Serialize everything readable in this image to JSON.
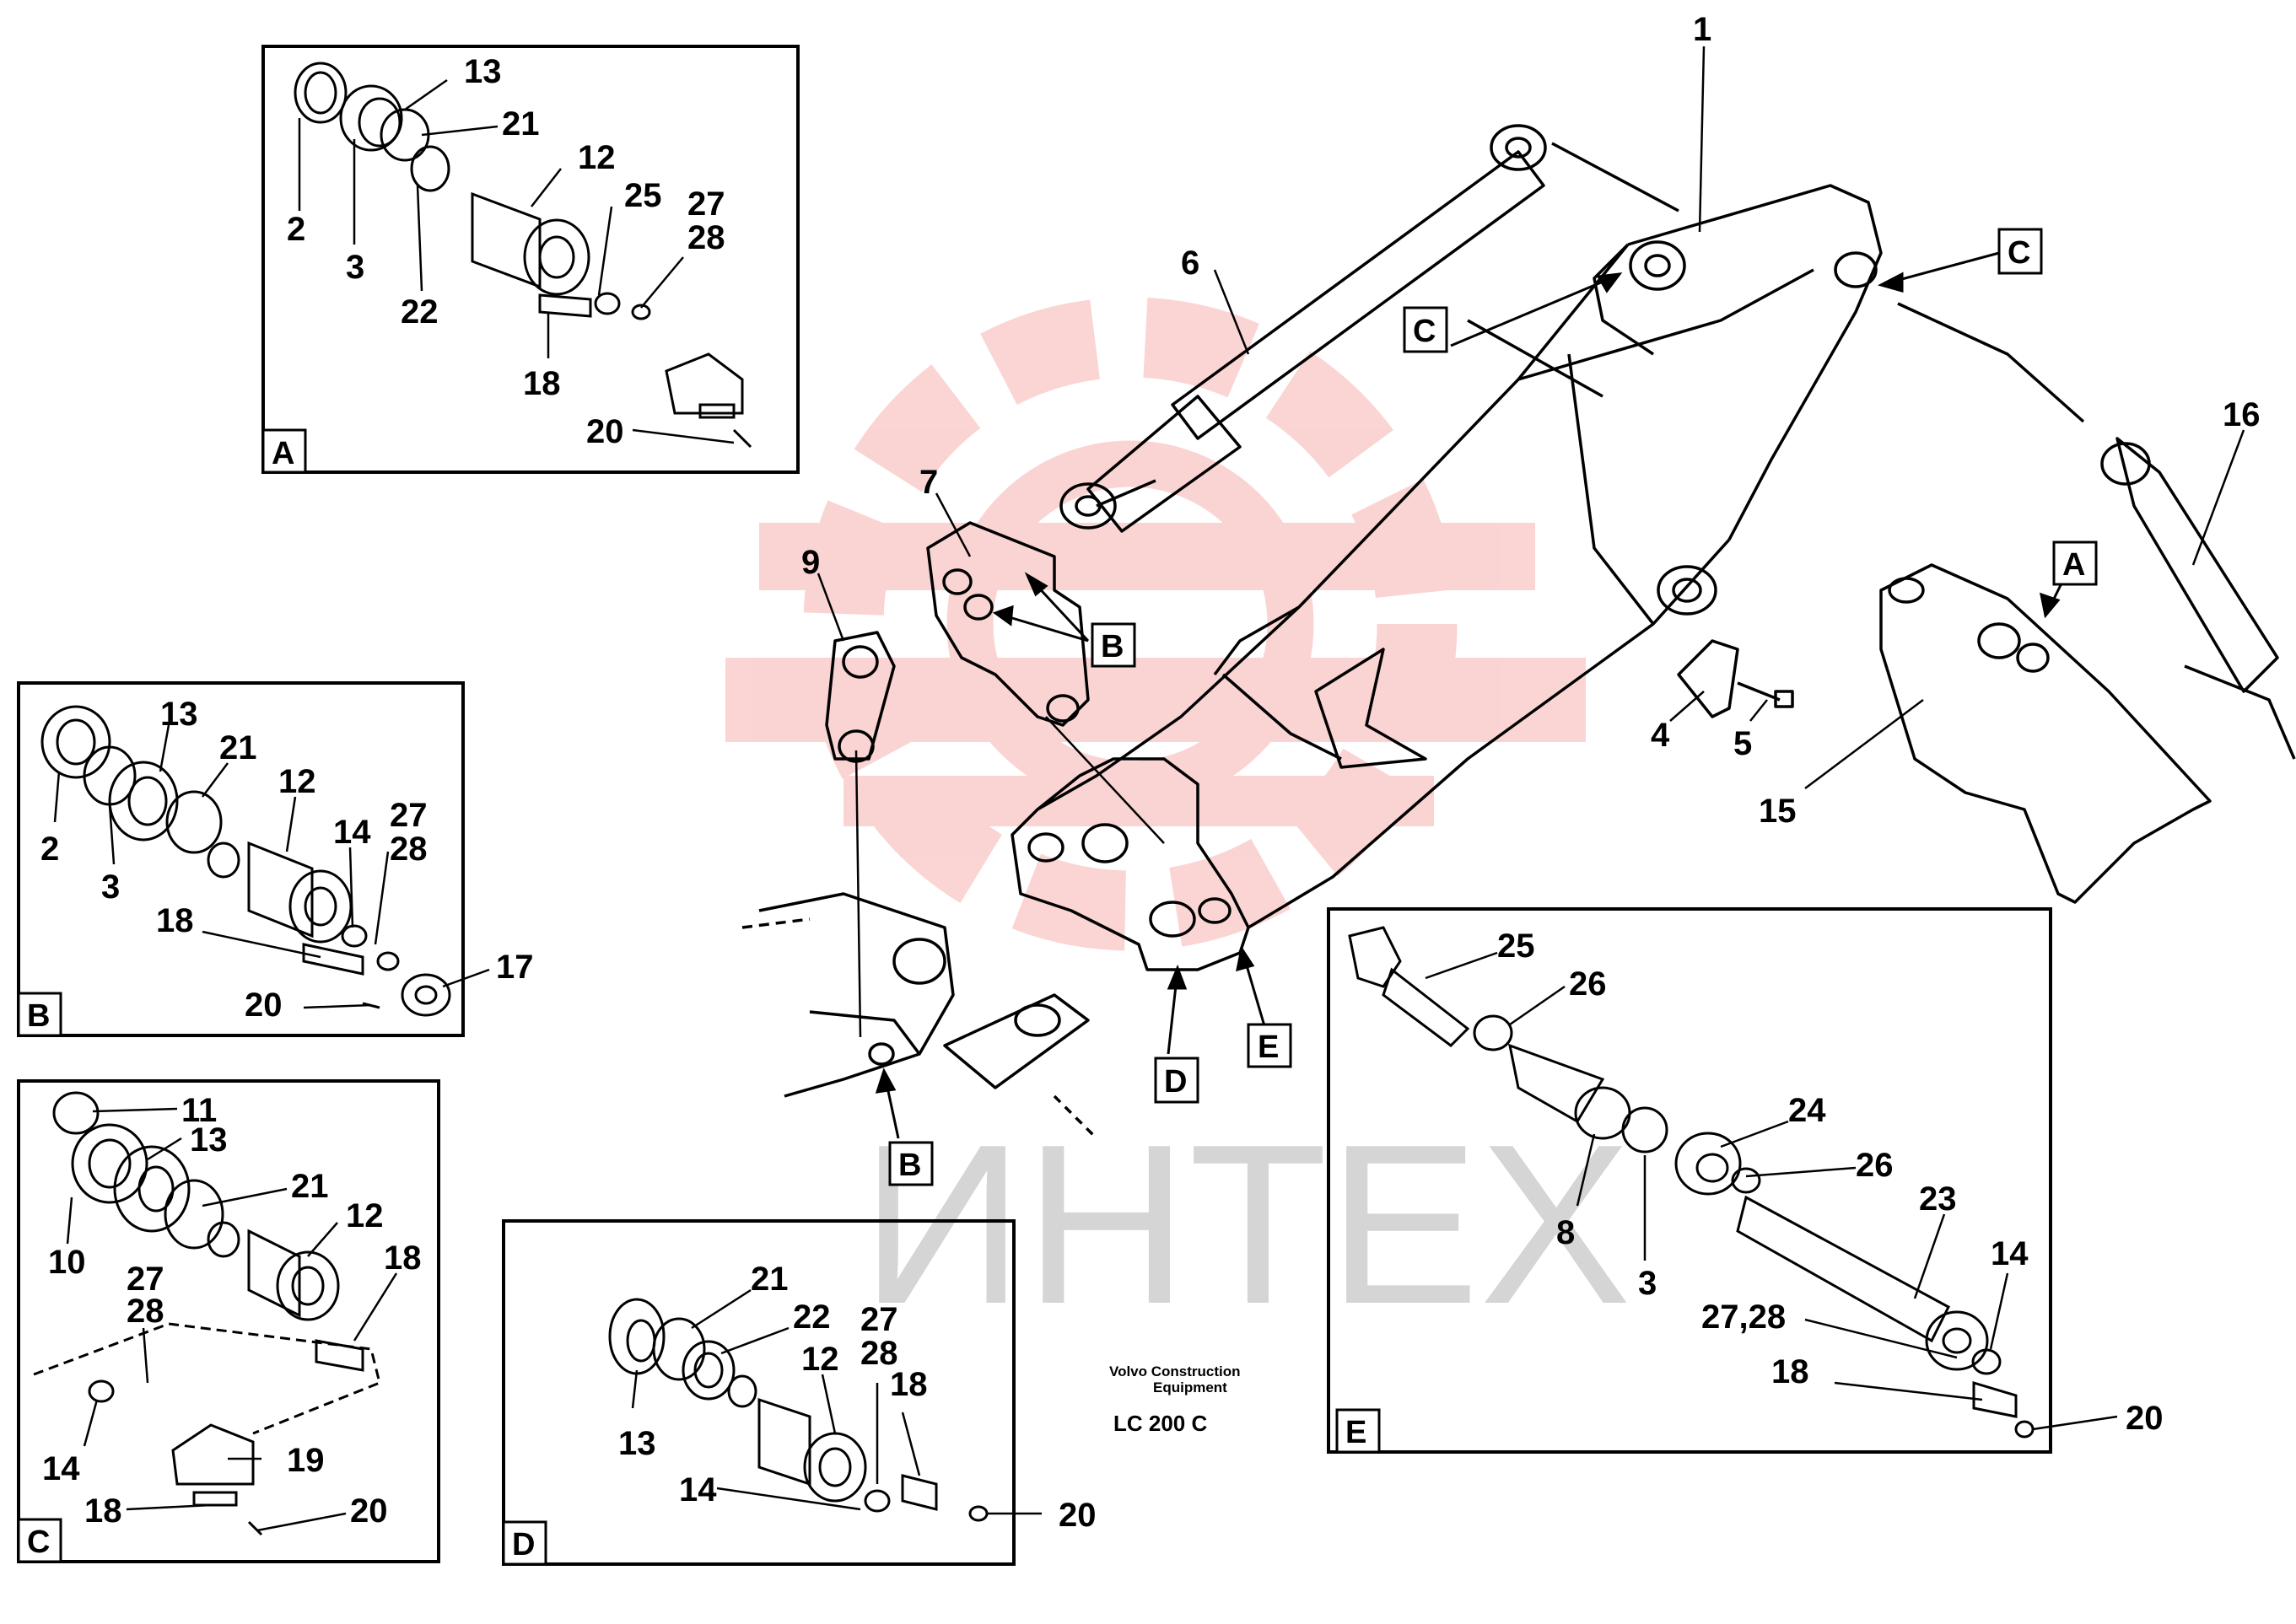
{
  "watermark": {
    "text": "ИНТЕХ",
    "color": "#e6413c"
  },
  "caption": {
    "maker": "Volvo Construction",
    "maker2": "Equipment",
    "model": "LC 200 C"
  },
  "panels": {
    "A": {
      "letter": "A",
      "labels": [
        "13",
        "21",
        "12",
        "25",
        "27",
        "28",
        "2",
        "3",
        "22",
        "18",
        "20"
      ]
    },
    "B": {
      "letter": "B",
      "labels": [
        "13",
        "21",
        "12",
        "14",
        "27",
        "28",
        "2",
        "3",
        "18",
        "17",
        "20"
      ]
    },
    "C": {
      "letter": "C",
      "labels": [
        "11",
        "13",
        "21",
        "12",
        "18",
        "10",
        "27",
        "28",
        "14",
        "19",
        "18",
        "20"
      ]
    },
    "D": {
      "letter": "D",
      "labels": [
        "21",
        "22",
        "27",
        "28",
        "18",
        "12",
        "13",
        "14",
        "20"
      ]
    },
    "E": {
      "letter": "E",
      "labels": [
        "25",
        "26",
        "24",
        "26",
        "23",
        "8",
        "3",
        "14",
        "27,28",
        "18",
        "20"
      ]
    }
  },
  "main_labels": [
    "1",
    "6",
    "7",
    "9",
    "16",
    "4",
    "5",
    "15"
  ],
  "refs": {
    "C1": "C",
    "C2": "C",
    "A": "A",
    "B1": "B",
    "B2": "B",
    "D": "D",
    "E": "E"
  }
}
